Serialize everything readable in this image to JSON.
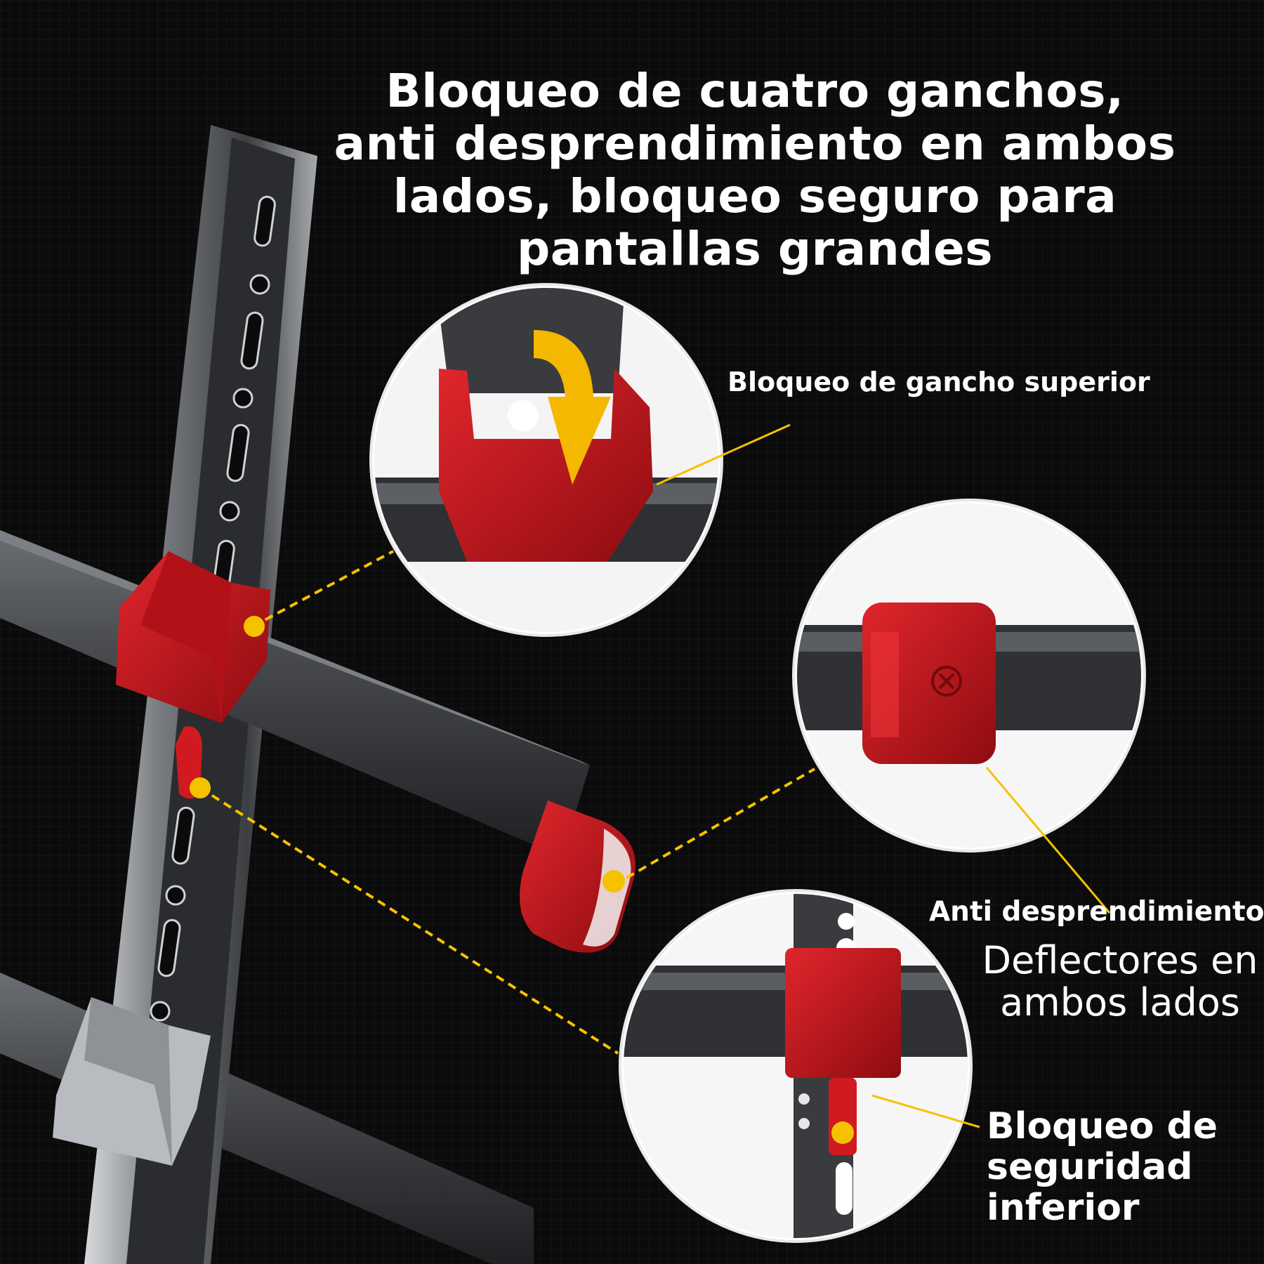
{
  "headline": "Bloqueo de cuatro ganchos, anti desprendimiento en ambos lados, bloqueo seguro para pantallas grandes",
  "callouts": {
    "top_hook": "Bloqueo de gancho superior",
    "anti_detach": "Anti desprendimiento",
    "deflectors": "Deflectores en ambos lados",
    "bottom_lock": "Bloqueo de seguridad inferior"
  },
  "colors": {
    "background": "#0b0b0b",
    "accent_red": "#c8151b",
    "marker_yellow": "#f5c200",
    "steel": "#8a8d91",
    "tube": "#3b3d40"
  }
}
